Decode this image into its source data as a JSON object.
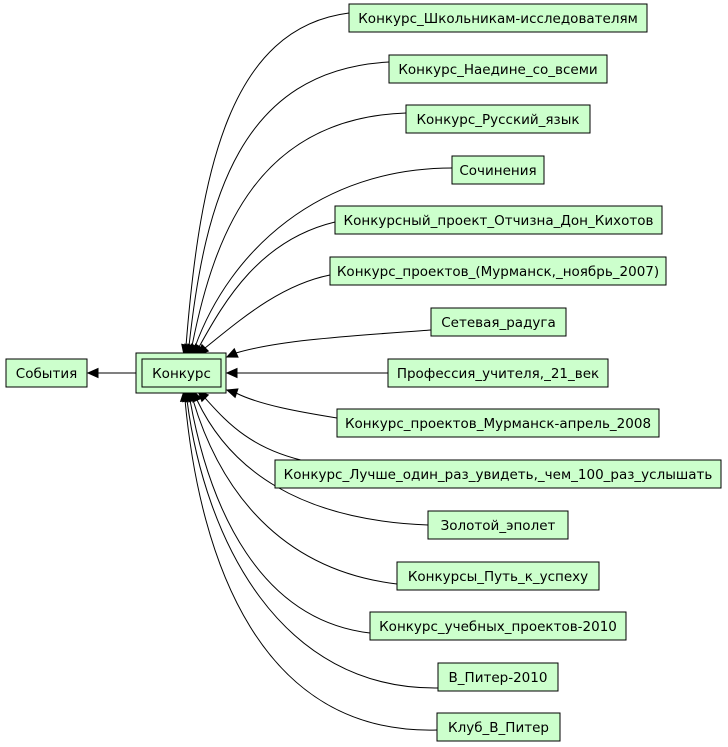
{
  "colors": {
    "node_fill": "#ccffcc",
    "stroke": "#000000",
    "background": "#ffffff"
  },
  "graph": {
    "parent": {
      "id": "sobytiya",
      "label": "События"
    },
    "center": {
      "id": "konkurs",
      "label": "Конкурс"
    },
    "children": [
      {
        "id": "c1",
        "label": "Конкурс_Школьникам-исследователям"
      },
      {
        "id": "c2",
        "label": "Конкурс_Наедине_со_всеми"
      },
      {
        "id": "c3",
        "label": "Конкурс_Русский_язык"
      },
      {
        "id": "c4",
        "label": "Сочинения"
      },
      {
        "id": "c5",
        "label": "Конкурсный_проект_Отчизна_Дон_Кихотов"
      },
      {
        "id": "c6",
        "label": "Конкурс_проектов_(Мурманск,_ноябрь_2007)"
      },
      {
        "id": "c7",
        "label": "Сетевая_радуга"
      },
      {
        "id": "c8",
        "label": "Профессия_учителя,_21_век"
      },
      {
        "id": "c9",
        "label": "Конкурс_проектов_Мурманск-апрель_2008"
      },
      {
        "id": "c10",
        "label": "Конкурс_Лучше_один_раз_увидеть,_чем_100_раз_услышать"
      },
      {
        "id": "c11",
        "label": "Золотой_эполет"
      },
      {
        "id": "c12",
        "label": "Конкурсы_Путь_к_успеху"
      },
      {
        "id": "c13",
        "label": "Конкурс_учебных_проектов-2010"
      },
      {
        "id": "c14",
        "label": "В_Питер-2010"
      },
      {
        "id": "c15",
        "label": "Клуб_В_Питер"
      }
    ]
  }
}
